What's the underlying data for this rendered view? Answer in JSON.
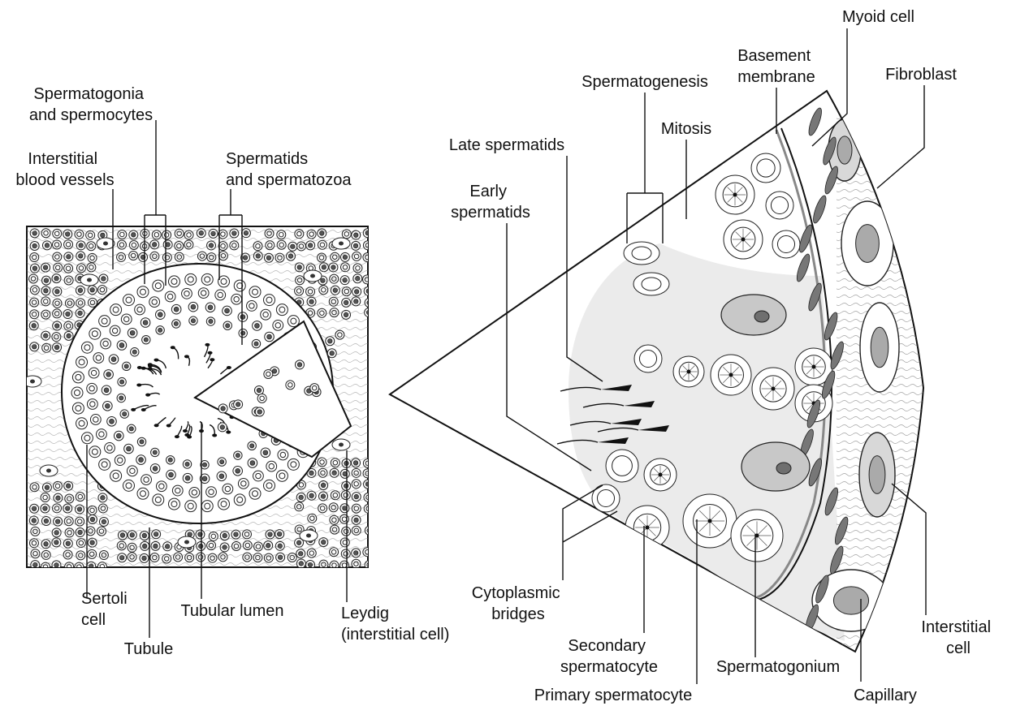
{
  "colors": {
    "ink": "#111111",
    "light_fill": "#ededed",
    "mid_fill": "#bdbdbd",
    "dark_fill": "#6f6f6f",
    "background": "#ffffff"
  },
  "left_panel": {
    "labels": {
      "spermatogonia": [
        "Spermatogonia",
        "and spermocytes"
      ],
      "interstitial_vessels": [
        "Interstitial",
        "blood vessels"
      ],
      "spermatids_spermatozoa": [
        "Spermatids",
        "and spermatozoa"
      ],
      "sertoli": [
        "Sertoli",
        "cell"
      ],
      "tubular_lumen": [
        "Tubular lumen"
      ],
      "tubule": [
        "Tubule"
      ],
      "leydig": [
        "Leydig",
        "(interstitial cell)"
      ]
    }
  },
  "right_panel": {
    "labels": {
      "myoid": [
        "Myoid cell"
      ],
      "basement": [
        "Basement",
        "membrane"
      ],
      "spermatogenesis": [
        "Spermatogenesis"
      ],
      "fibroblast": [
        "Fibroblast"
      ],
      "mitosis": [
        "Mitosis"
      ],
      "late_spermatids": [
        "Late spermatids"
      ],
      "early_spermatids": [
        "Early",
        "spermatids"
      ],
      "cytoplasmic_bridges": [
        "Cytoplasmic",
        "bridges"
      ],
      "secondary": [
        "Secondary",
        "spermatocyte"
      ],
      "spermatogonium": [
        "Spermatogonium"
      ],
      "interstitial_cell": [
        "Interstitial",
        "cell"
      ],
      "primary": [
        "Primary spermatocyte"
      ],
      "capillary": [
        "Capillary"
      ]
    }
  }
}
